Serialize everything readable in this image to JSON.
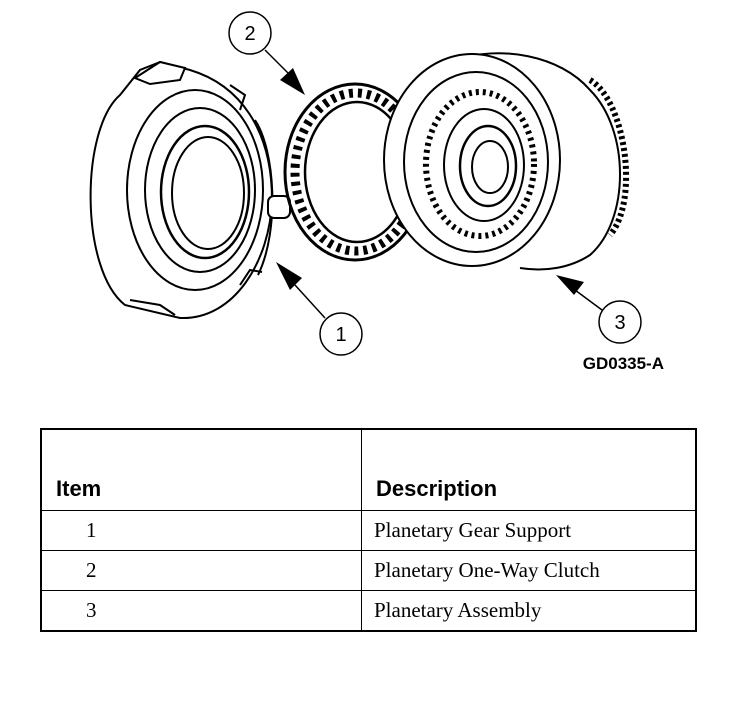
{
  "figure": {
    "id": "GD0335-A",
    "callouts": [
      {
        "label": "1"
      },
      {
        "label": "2"
      },
      {
        "label": "3"
      }
    ]
  },
  "table": {
    "headers": {
      "item": "Item",
      "description": "Description"
    },
    "rows": [
      {
        "item": "1",
        "description": "Planetary Gear Support"
      },
      {
        "item": "2",
        "description": "Planetary One-Way Clutch"
      },
      {
        "item": "3",
        "description": "Planetary Assembly"
      }
    ]
  }
}
